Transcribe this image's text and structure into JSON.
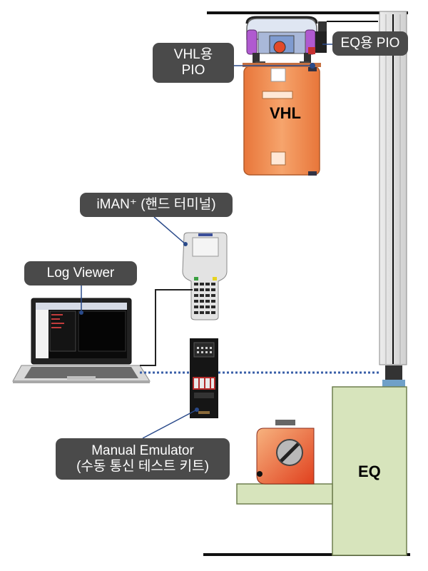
{
  "labels": {
    "vhl_pio_line1": "VHL용",
    "vhl_pio_line2": "PIO",
    "eq_pio": "EQ용 PIO",
    "vhl": "VHL",
    "iman": "iMAN⁺ (핸드 터미널)",
    "log_viewer": "Log Viewer",
    "manual_emulator_line1": "Manual Emulator",
    "manual_emulator_line2": "(수동 통신 테스트 키트)",
    "eq": "EQ"
  },
  "colors": {
    "callout_bg": "#4a4a4a",
    "vhl_body": "#f08b4f",
    "eq_body": "#d7e4bc",
    "rail": "#111111",
    "connection_dotted": "#3a5fa8"
  }
}
